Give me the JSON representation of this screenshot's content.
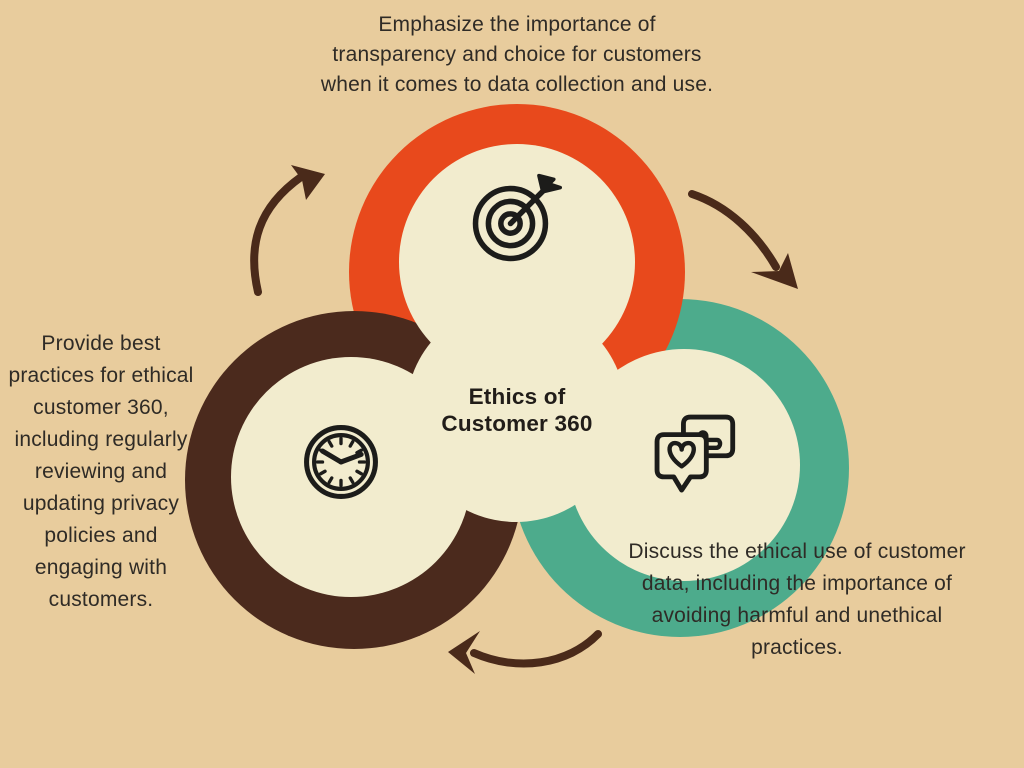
{
  "diagram": {
    "type": "three-circle cycle infographic",
    "center_title": "Ethics of\nCustomer 360",
    "notes": {
      "top": "Emphasize the importance of\ntransparency and choice for customers\nwhen it comes to data collection and use.",
      "left": "Provide best\npractices for ethical\ncustomer 360,\nincluding regularly\nreviewing and\nupdating privacy\npolicies and\nengaging with\ncustomers.",
      "bottom_right": "Discuss the ethical use of customer\ndata, including the importance of\navoiding harmful and unethical\npractices."
    },
    "icons": {
      "top_circle": "target-arrow-icon",
      "left_circle": "clock-icon",
      "right_circle": "feedback-bubbles-icon"
    }
  },
  "colors": {
    "background": "#e8cc9d",
    "cream": "#f2ecce",
    "orange": "#e8491c",
    "teal": "#4dab8c",
    "brown": "#4b2a1d",
    "arrow": "#4a2a1a",
    "icon": "#1c1c1a",
    "text": "#2f2b26"
  }
}
